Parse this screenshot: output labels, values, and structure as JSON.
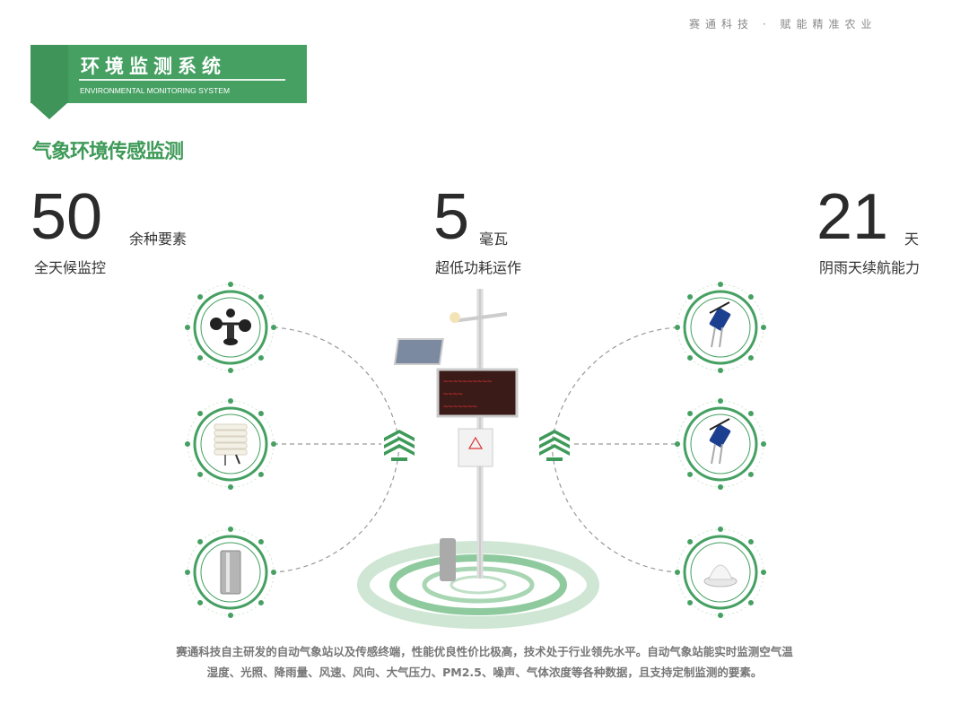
{
  "header": {
    "tagline": "赛通科技 · 赋能精准农业"
  },
  "banner": {
    "title": "环境监测系统",
    "subtitle": "ENVIRONMENTAL MONITORING SYSTEM"
  },
  "section_title": "气象环境传感监测",
  "stats": [
    {
      "value": "50",
      "unit": "余种要素",
      "caption": "全天候监控"
    },
    {
      "value": "5",
      "unit": "毫瓦",
      "caption": "超低功耗运作"
    },
    {
      "value": "21",
      "unit": "天",
      "caption": "阴雨天续航能力"
    }
  ],
  "sensors_left": [
    "anemometer-icon",
    "louver-box-icon",
    "rain-gauge-icon"
  ],
  "sensors_right": [
    "soil-probe-icon",
    "soil-probe-icon",
    "light-sensor-icon"
  ],
  "colors": {
    "green": "#45a062",
    "dark_green": "#3e9459",
    "text": "#333333"
  },
  "description": {
    "line1": "赛通科技自主研发的自动气象站以及传感终端，性能优良性价比极高，技术处于行业领先水平。自动气象站能实时监测空气温",
    "line2": "湿度、光照、降雨量、风速、风向、大气压力、PM2.5、噪声、气体浓度等各种数据，且支持定制监测的要素。"
  }
}
